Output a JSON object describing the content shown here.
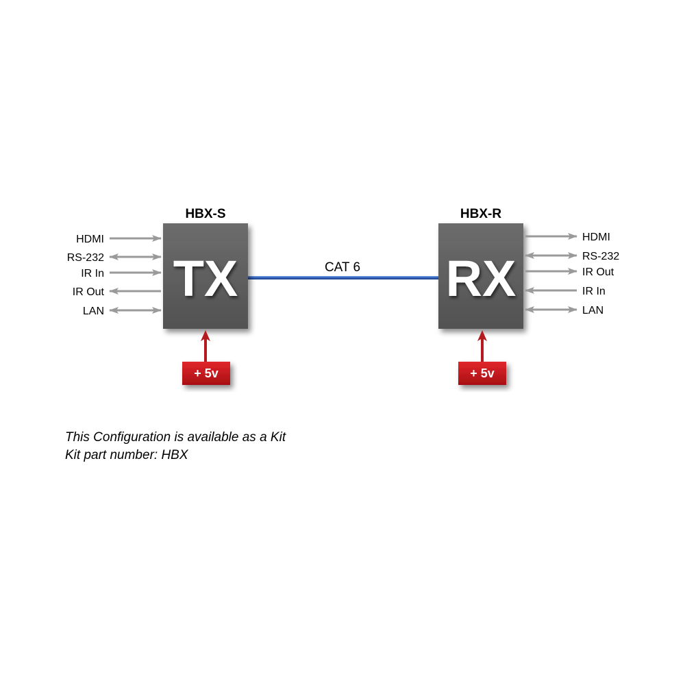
{
  "tx_unit": {
    "model": "HBX-S",
    "label": "TX",
    "power": "+ 5v",
    "ports": [
      {
        "name": "HDMI",
        "direction": "in"
      },
      {
        "name": "RS-232",
        "direction": "both"
      },
      {
        "name": "IR In",
        "direction": "in"
      },
      {
        "name": "IR Out",
        "direction": "out"
      },
      {
        "name": "LAN",
        "direction": "both"
      }
    ]
  },
  "rx_unit": {
    "model": "HBX-R",
    "label": "RX",
    "power": "+ 5v",
    "ports": [
      {
        "name": "HDMI",
        "direction": "out"
      },
      {
        "name": "RS-232",
        "direction": "both"
      },
      {
        "name": "IR Out",
        "direction": "out"
      },
      {
        "name": "IR In",
        "direction": "in"
      },
      {
        "name": "LAN",
        "direction": "both"
      }
    ]
  },
  "cable": {
    "label": "CAT 6",
    "color": "#2f5fb8"
  },
  "colors": {
    "device_body": "#5e5e5e",
    "power_box": "#c8161b",
    "power_arrow": "#b51a1f",
    "port_arrow": "#9a9a9a"
  },
  "notes": {
    "line1": "This Configuration is available as a Kit",
    "line2": "Kit part number: HBX"
  }
}
